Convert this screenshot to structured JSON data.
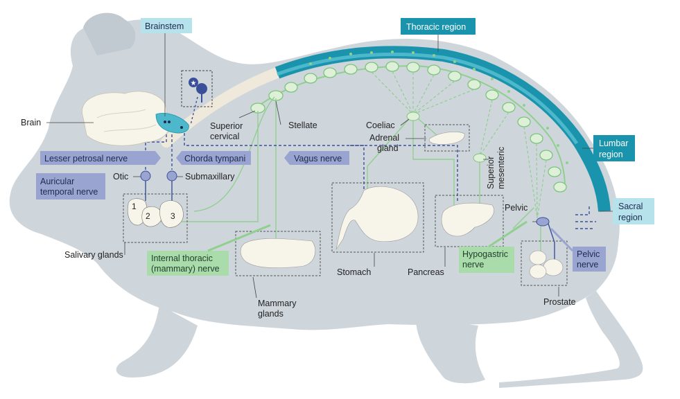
{
  "labels": {
    "brainstem": "Brainstem",
    "thoracic_region": "Thoracic region",
    "lumbar_region": [
      "Lumbar",
      "region"
    ],
    "sacral_region": [
      "Sacral",
      "region"
    ],
    "brain": "Brain",
    "superior_cervical": [
      "Superior",
      "cervical"
    ],
    "stellate": "Stellate",
    "coeliac": "Coeliac",
    "adrenal_gland": [
      "Adrenal",
      "gland"
    ],
    "superior_mesenteric": [
      "Superior",
      "mesenteric"
    ],
    "lesser_petrosal_nerve": "Lesser petrosal nerve",
    "chorda_tympani": "Chorda tympani",
    "vagus_nerve": "Vagus nerve",
    "otic": "Otic",
    "submaxillary": "Submaxillary",
    "auricular_temporal_nerve": [
      "Auricular",
      "temporal nerve"
    ],
    "salivary_glands": "Salivary glands",
    "gland_numbers": [
      "1",
      "2",
      "3"
    ],
    "internal_thoracic_nerve": [
      "Internal thoracic",
      "(mammary) nerve"
    ],
    "mammary_glands": [
      "Mammary",
      "glands"
    ],
    "stomach": "Stomach",
    "pancreas": "Pancreas",
    "hypogastric_nerve": [
      "Hypogastric",
      "nerve"
    ],
    "pelvic": "Pelvic",
    "pelvic_nerve": [
      "Pelvic",
      "nerve"
    ],
    "prostate": "Prostate"
  },
  "colors": {
    "body": "#ced5db",
    "organ": "#f7f4ea",
    "sympathetic_green": "#8fd08f",
    "parasympathetic_blue": "#3a4f9a",
    "spine_teal": "#1a94ad",
    "spine_light": "#4db8cb",
    "tag_blue": "#9aa4d1",
    "tag_teal": "#1a94ad",
    "tag_green": "#a9dbab",
    "tag_lightblue": "#b6e2ec"
  }
}
